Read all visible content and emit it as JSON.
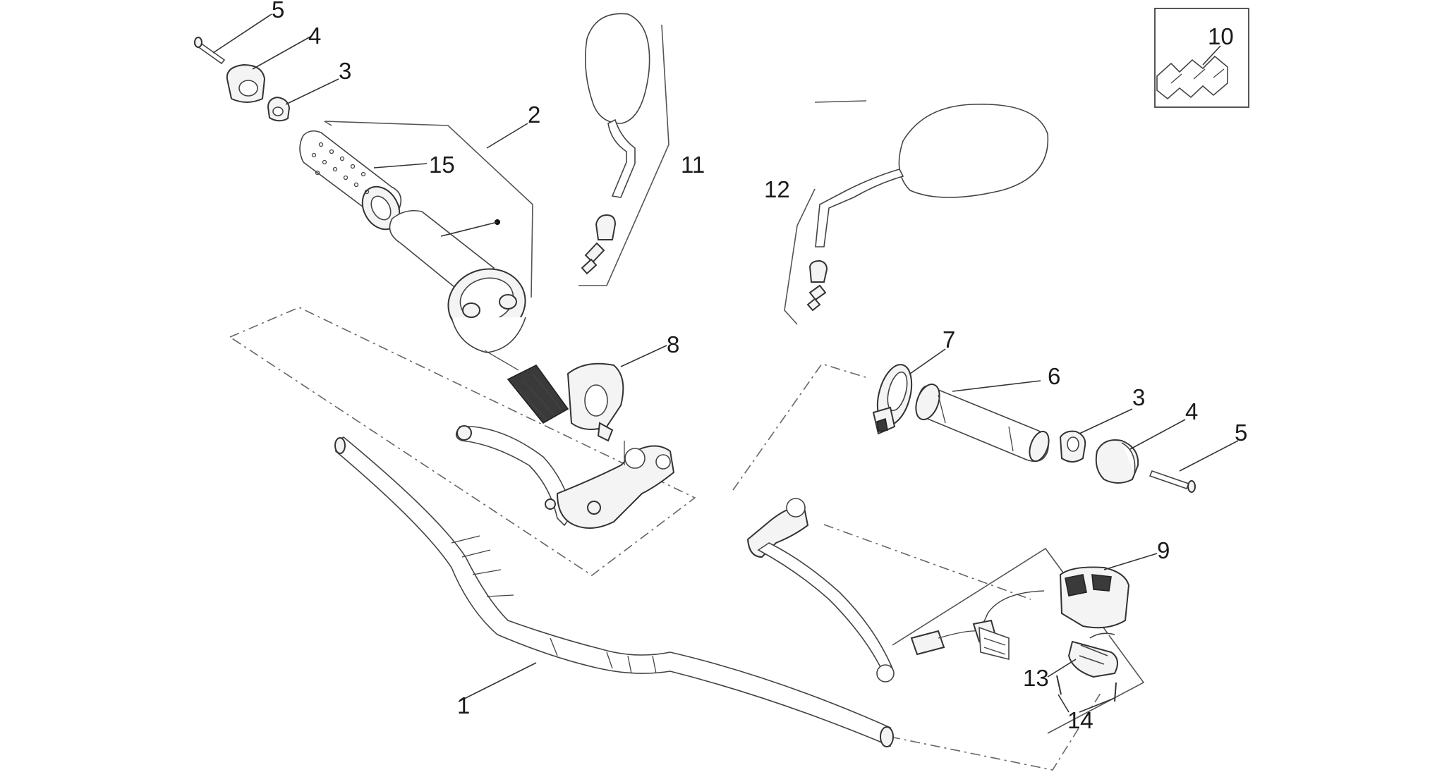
{
  "callouts": {
    "n1": "1",
    "n2": "2",
    "n3a": "3",
    "n3b": "3",
    "n4a": "4",
    "n4b": "4",
    "n5a": "5",
    "n5b": "5",
    "n6": "6",
    "n7": "7",
    "n8": "8",
    "n9": "9",
    "n10": "10",
    "n11": "11",
    "n12": "12",
    "n13": "13",
    "n14": "14",
    "n15": "15"
  }
}
